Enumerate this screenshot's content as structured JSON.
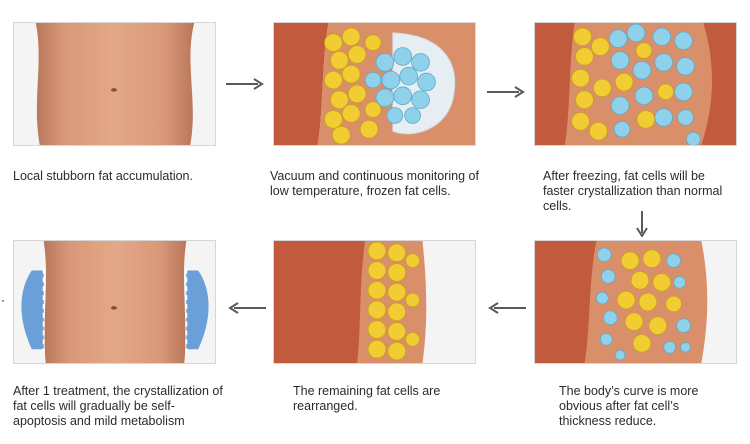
{
  "steps": [
    {
      "caption": "Local stubborn fat accumulation."
    },
    {
      "caption": "Vacuum and continuous monitoring of low temperature, frozen fat cells."
    },
    {
      "caption": "After freezing, fat cells will be faster crystallization than normal cells."
    },
    {
      "caption": "The body’s curve is more obvious after fat cell’s thickness reduce."
    },
    {
      "caption": "The remaining fat cells are rearranged."
    },
    {
      "caption": "After 1 treatment, the crystallization of fat cells will gradually be self-apoptosis and mild metabolism"
    }
  ],
  "colors": {
    "skin": "#d98f6a",
    "tissue": "#c25a3e",
    "fat_cell": "#f1cc32",
    "frozen_cell": "#8fd0ea",
    "arrow": "#5a5a5a"
  },
  "icons": [
    "arrow-right-icon",
    "arrow-down-icon",
    "arrow-left-icon"
  ]
}
